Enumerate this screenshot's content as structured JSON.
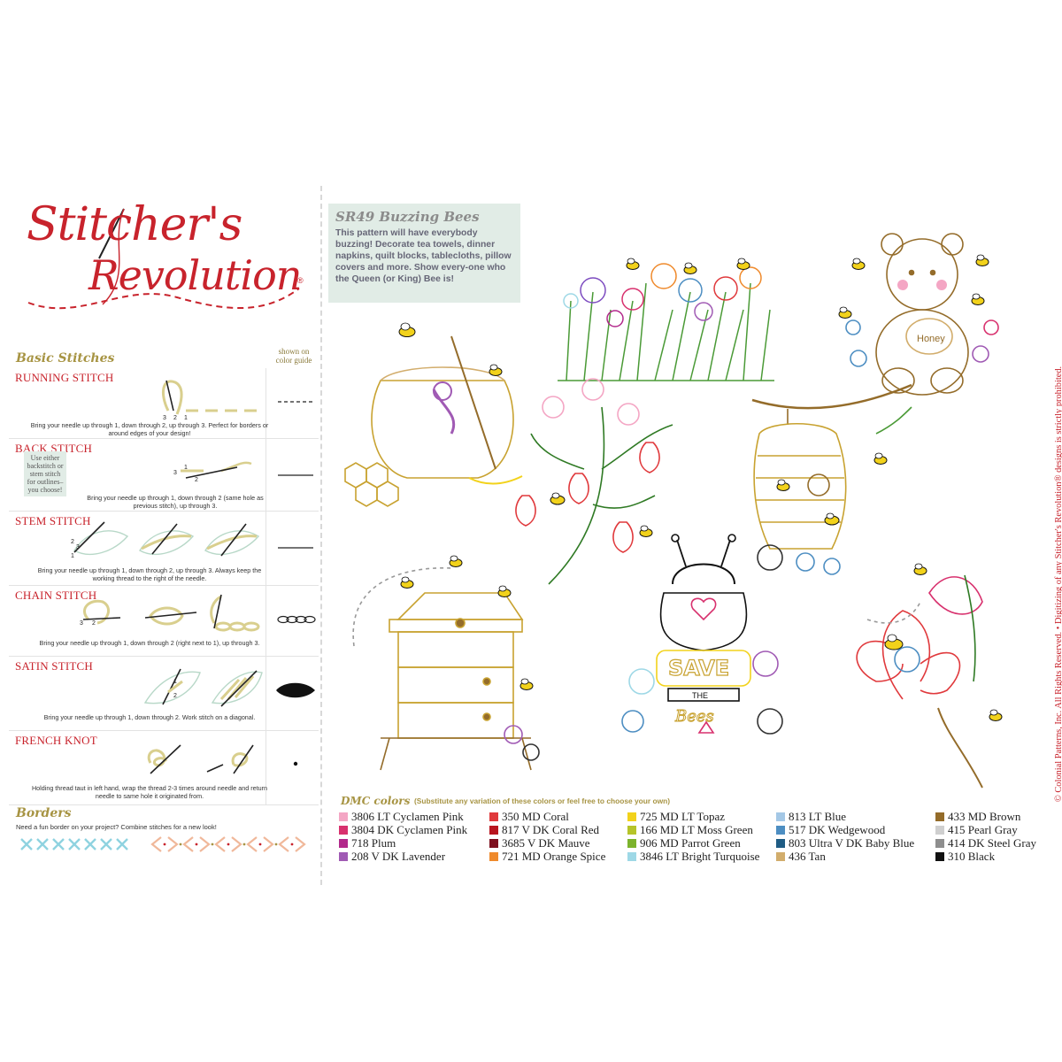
{
  "logo": {
    "line1": "Stitcher's",
    "line2": "Revolution",
    "reg": "®"
  },
  "basic_stitches": {
    "title": "Basic Stitches",
    "shown_on": "shown on color guide",
    "note": "Use either backstitch or stem stitch for outlines– you choose!",
    "items": [
      {
        "name": "RUNNING STITCH",
        "desc": "Bring your needle up through 1, down through 2, up through 3. Perfect for borders or around edges of your design!"
      },
      {
        "name": "BACK STITCH",
        "desc": "Bring your needle up through 1, down through 2 (same hole as previous stitch), up through 3."
      },
      {
        "name": "STEM STITCH",
        "desc": "Bring your needle up through 1, down through 2, up through 3. Always keep the working thread to the right of the needle."
      },
      {
        "name": "CHAIN STITCH",
        "desc": "Bring your needle up through 1, down through 2 (right next to 1), up through 3."
      },
      {
        "name": "SATIN STITCH",
        "desc": "Bring your needle up through 1, down through 2. Work stitch on a diagonal."
      },
      {
        "name": "FRENCH KNOT",
        "desc": "Holding thread taut in left hand, wrap the thread 2-3 times around needle and return needle to same hole it originated from."
      }
    ],
    "numbers": {
      "n1": "1",
      "n2": "2",
      "n3": "3"
    }
  },
  "borders": {
    "title": "Borders",
    "desc": "Need a fun border on your project? Combine stitches for a new look!"
  },
  "pattern": {
    "title": "SR49 Buzzing Bees",
    "body": "This pattern will have everybody buzzing! Decorate tea towels, dinner napkins, quilt blocks, tablecloths, pillow covers and more.  Show every-one who the Queen (or King) Bee is!"
  },
  "art_text": {
    "honey": "Honey",
    "save": "SAVE",
    "the": "THE",
    "bees": "Bees"
  },
  "copyright": "© Colonial Patterns, Inc. All Rights Reserved. • Digitizing of any Stitcher's Revolution® designs is strictly prohibited.",
  "dmc": {
    "title": "DMC colors",
    "subtitle": "(Substitute any variation of these colors or feel free to choose your own)",
    "columns": [
      [
        {
          "label": "3806 LT Cyclamen Pink",
          "color": "#f4a6c4"
        },
        {
          "label": "3804 DK Cyclamen Pink",
          "color": "#d8316e"
        },
        {
          "label": "718  Plum",
          "color": "#b2288b"
        },
        {
          "label": "208  V DK Lavender",
          "color": "#a05ab4"
        }
      ],
      [
        {
          "label": "350 MD Coral",
          "color": "#e0393c"
        },
        {
          "label": "817 V DK Coral Red",
          "color": "#b8151f"
        },
        {
          "label": "3685 V DK Mauve",
          "color": "#7e0f1e"
        },
        {
          "label": "721 MD Orange Spice",
          "color": "#ef8a2c"
        }
      ],
      [
        {
          "label": "725 MD LT Topaz",
          "color": "#f2d21b"
        },
        {
          "label": "166 MD LT Moss Green",
          "color": "#b6c42a"
        },
        {
          "label": "906 MD Parrot Green",
          "color": "#7cb32c"
        },
        {
          "label": "3846 LT Bright Turquoise",
          "color": "#9ed8e6"
        }
      ],
      [
        {
          "label": "813 LT Blue",
          "color": "#a4c8e6"
        },
        {
          "label": "517 DK Wedgewood",
          "color": "#4d8ec2"
        },
        {
          "label": "803 Ultra V DK Baby Blue",
          "color": "#1f5c84"
        },
        {
          "label": "436 Tan",
          "color": "#d2ad6c"
        }
      ],
      [
        {
          "label": "433 MD Brown",
          "color": "#946c2a"
        },
        {
          "label": "415 Pearl Gray",
          "color": "#cfcfcf"
        },
        {
          "label": "414 DK Steel Gray",
          "color": "#8e8e8e"
        },
        {
          "label": "310 Black",
          "color": "#111111"
        }
      ]
    ]
  }
}
